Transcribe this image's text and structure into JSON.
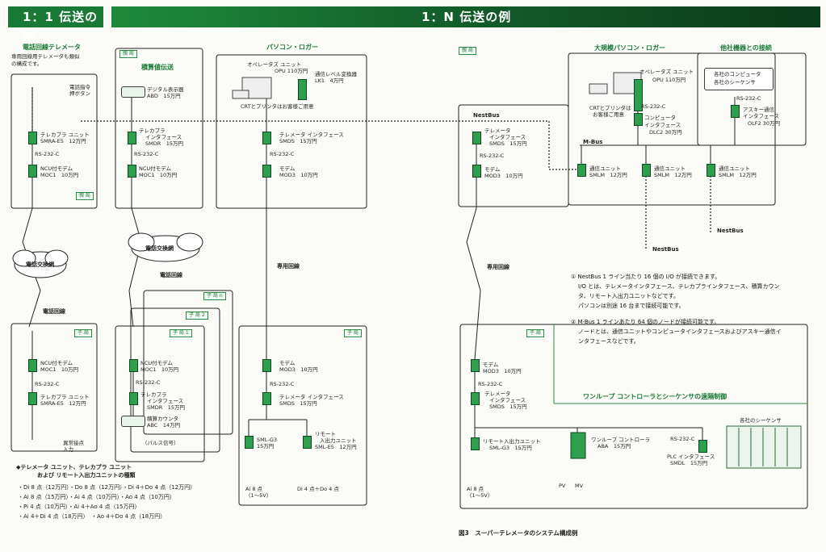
{
  "colors": {
    "left_band": "#1a7a35",
    "right_band": "#0f4a22",
    "accent_green": "#1a7a35",
    "module_green": "#2ea04d"
  },
  "headers": {
    "left": "1：1 伝送の例",
    "right": "1：N 伝送の例"
  },
  "tags": {
    "oya": "親 局",
    "ko": "子 局",
    "ko1": "子 局 1",
    "ko2": "子 局 2",
    "kon": "子 局 n"
  },
  "panel1": {
    "title": "電話回線テレメータ",
    "desc1": "専用回線用テレメータも類似",
    "desc2": "の構成です。",
    "callout1": "電話指令",
    "callout2": "押ボタン",
    "unit1_name": "テレカプラ ユニット",
    "unit1_model": "SMRA-E5　12万円",
    "rs232": "RS-232-C",
    "modem_name": "NCU付モデム",
    "modem_model": "MOC1　10万円",
    "network": "電話交換網",
    "line": "電話回線",
    "child_modem_name": "NCU付モデム",
    "child_modem_model": "MOC1　10万円",
    "child_unit_name": "テレカプラ ユニット",
    "child_unit_model": "SMRA-E5　12万円",
    "contact1": "異常接点",
    "contact2": "入力"
  },
  "panel2": {
    "title": "積算値伝送",
    "display_name": "デジタル表示器",
    "display_model": "ABD　15万円",
    "if1_name": "テレカプラ",
    "if1_name2": "インタフェース",
    "if1_model": "SMDR　15万円",
    "modem_name": "NCU付モデム",
    "modem_model": "MOC1　10万円",
    "network": "電話交換網",
    "line": "電話回線",
    "c_modem_name": "NCU付モデム",
    "c_modem_model": "MOC1　10万円",
    "c_if_name": "テレカプラ",
    "c_if_name2": "インタフェース",
    "c_if_model": "SMDR　15万円",
    "counter_name": "積算カウンタ",
    "counter_model": "ABC　14万円",
    "pulse": "（パルス信号）"
  },
  "panel3": {
    "title": "パソコン・ロガー",
    "ops_name": "オペレータズ ユニット",
    "ops_model": "OPU 110万円",
    "level_name": "通信レベル変換器",
    "level_model": "LK1　4万円",
    "crt": "CRTとプリンタはお客様ご用意",
    "if_name": "テレメータ インタフェース",
    "if_model": "SMDS　15万円",
    "modem_name": "モデム",
    "modem_model": "MOD3　10万円",
    "line": "専用回線",
    "c_modem_name": "モデム",
    "c_modem_model": "MOD3　10万円",
    "c_if_name": "テレメータ インタフェース",
    "c_if_model": "SMDS　15万円",
    "sml_name": "SML-G3",
    "sml_model": "15万円",
    "rem_name": "リモート",
    "rem_name2": "入出力ユニット",
    "rem_model": "SML-E5　12万円",
    "ai": "Ai 8 点",
    "ai_range": "（1〜5V）",
    "dido": "Di 4 点＋Do 4 点"
  },
  "units": {
    "heading": "◆テレメータ ユニット、テレカプラ ユニット",
    "heading2": "および リモート入出力ユニットの種類",
    "rows": [
      "・Di 8 点（12万円）・Do 8 点（12万円）・Di 4＋Do 4 点（12万円）",
      "・Ai 8 点（15万円）・Ai 4 点（10万円）・Ao 4 点（10万円）",
      "・Pi 4 点（10万円）・Ai 4＋Ao 4 点（15万円）",
      "・Ai 4＋Di 4 点（18万円）　・Ao 4＋Do 4 点（18万円）"
    ]
  },
  "right": {
    "large_title": "大規模パソコン・ロガー",
    "other_title": "他社機器との接続",
    "nestbus": "NestBus",
    "mbus": "M-Bus",
    "ops_name": "オペレータズ ユニット",
    "ops_model": "OPU 110万円",
    "crt1": "CRTとプリンタは",
    "crt2": "お客様ご用意",
    "rs232": "RS-232-C",
    "comp_if1": "コンピュータ",
    "comp_if2": "インタフェース",
    "comp_if_model": "DLC2 30万円",
    "other_pc1": "各社のコンピュータ",
    "other_pc2": "各社のシーケンサ",
    "ascii1": "アスキー通信",
    "ascii2": "インタフェース",
    "ascii_model": "OLF2 30万円",
    "tele_if1": "テレメータ",
    "tele_if2": "インタフェース",
    "tele_if_model": "SMDS　15万円",
    "modem_name": "モデム",
    "modem_model": "MOD3　10万円",
    "comm_unit": "通信ユニット",
    "comm_model": "SMLM　12万円",
    "line": "専用回線",
    "note1_l1": "① NestBus 1 ライン当たり 16 個の I/O が接続できます。",
    "note1_l2": "I/O とは、テレメータインタフェース、テレカプラインタフェース、積算カウン",
    "note1_l3": "タ、リモート入出力ユニットなどです。",
    "note1_l4": "パソコンは別途 16 台まで接続可能です。",
    "note2_l1": "② M-Bus 1 ラインあたり 64 個のノードが接続可能です。",
    "note2_l2": "ノードとは、通信ユニットやコンピュータインタフェースおよびアスキー通信イ",
    "note2_l3": "ンタフェースなどです。",
    "ctrl_title": "ワンループ コントローラとシーケンサの遠隔制御",
    "c_modem_name": "モデム",
    "c_modem_model": "MOD3　10万円",
    "c_if1": "テレメータ",
    "c_if2": "インタフェース",
    "c_if_model": "SMDS　15万円",
    "rio_name": "リモート入出力ユニット",
    "rio_model": "SML-G3　15万円",
    "oneloop_name": "ワンループ コントローラ",
    "oneloop_model": "ABA　15万円",
    "plc_if1": "PLC インタフェース",
    "plc_model": "SMDL　15万円",
    "seq": "各社のシーケンサ",
    "ai": "Ai 8 点",
    "ai_range": "（1〜5V）",
    "pv": "PV",
    "mv": "MV",
    "caption": "図3　スーパーテレメータのシステム構成例"
  }
}
